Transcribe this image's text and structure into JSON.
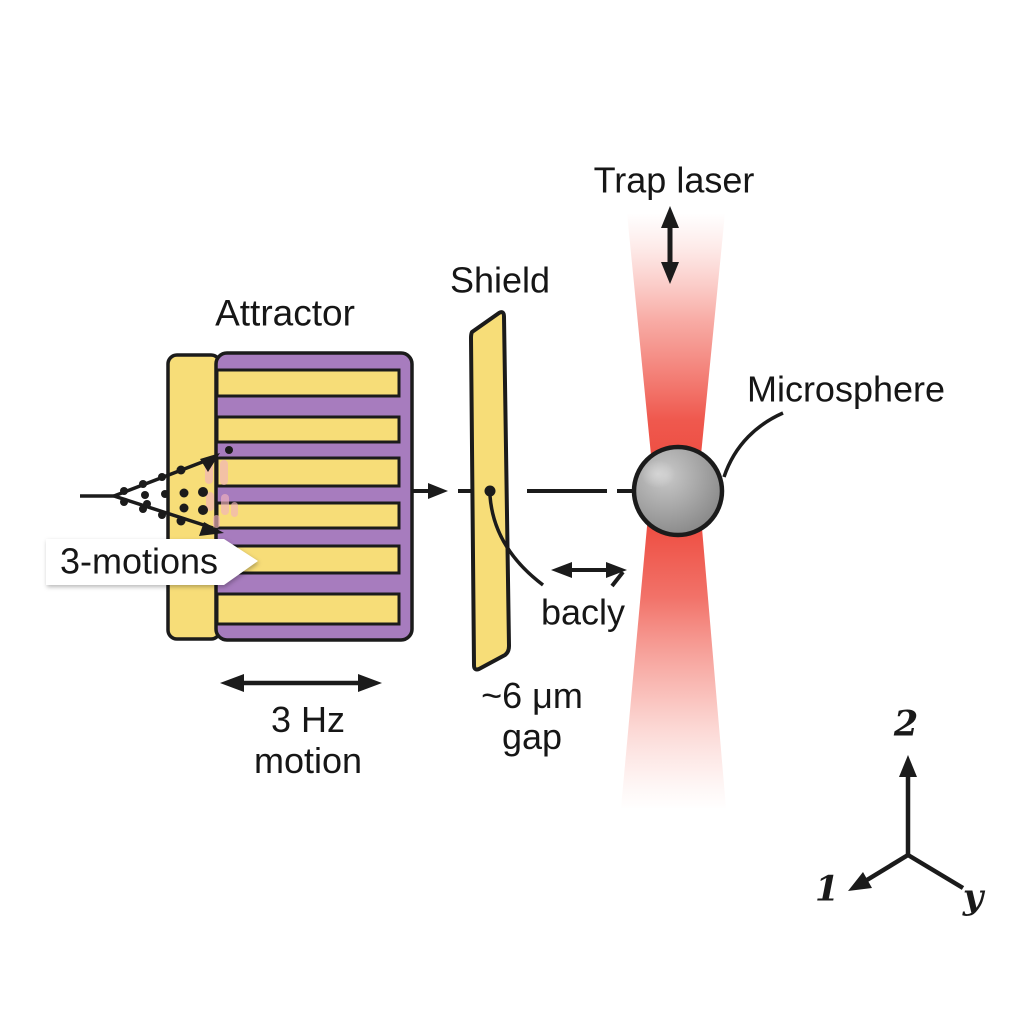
{
  "diagram": {
    "labels": {
      "trap_laser": "Trap laser",
      "attractor": "Attractor",
      "shield": "Shield",
      "microsphere": "Microsphere",
      "motions_banner": "3-motions",
      "gap_callout": "bacly",
      "gap_line1": "~6 μm",
      "gap_line2": "gap",
      "motion_line1": "3 Hz",
      "motion_line2": "motion"
    },
    "axes": {
      "up": "2",
      "down_left": "1",
      "down_right": "y"
    },
    "colors": {
      "laser_red": "#ED4236",
      "attractor_purple": "#A77CBE",
      "gold_yellow": "#F7DD78",
      "sphere_gray": "#9B9B9B",
      "outline_black": "#1B1B1B",
      "fan_pink": "#F2B3BD"
    }
  }
}
